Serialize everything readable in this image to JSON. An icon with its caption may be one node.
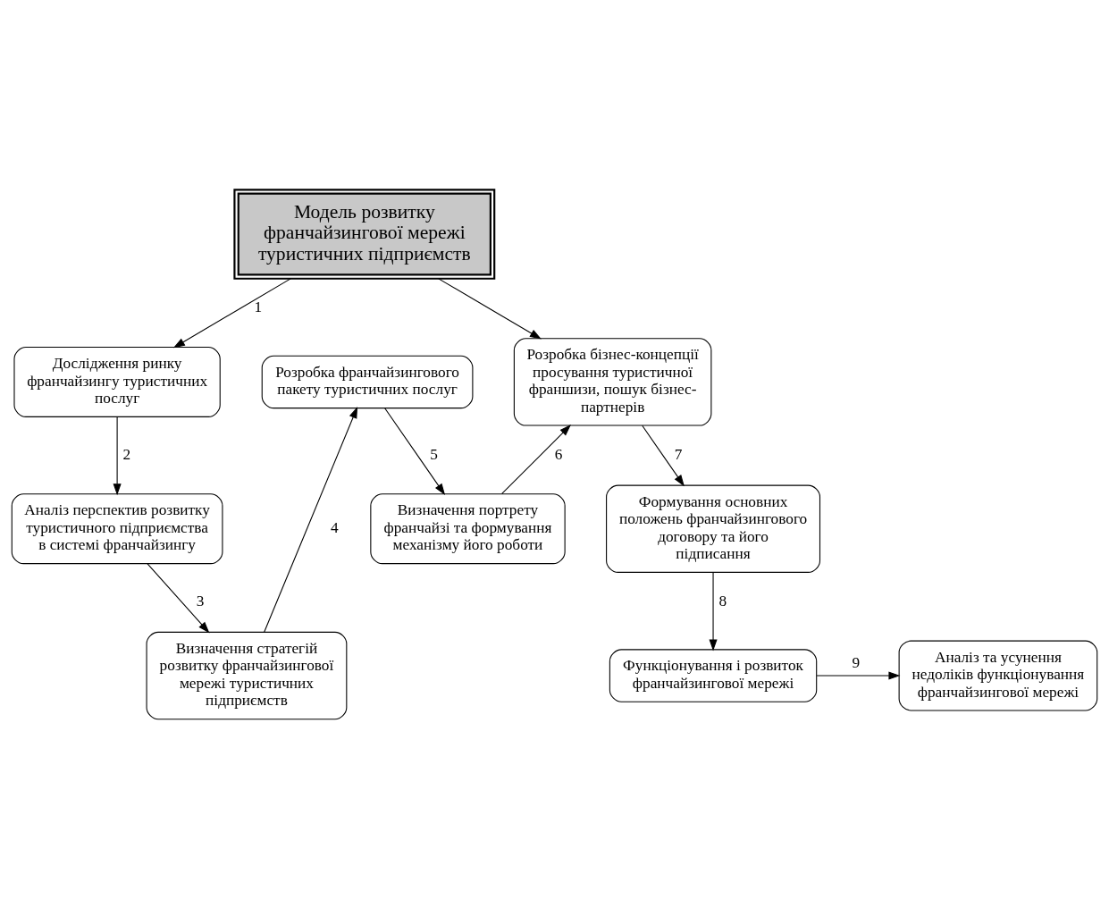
{
  "diagram": {
    "nodes": [
      {
        "text": [
          "Модель розвитку франчайзингової мережі туристичних підприємств"
        ]
      },
      {
        "text": [
          "Дослідження ринку франчайзингу туристичних послуг"
        ]
      },
      {
        "text": [
          "Аналіз перспектив розвитку туристичного підприємства в системі франчайзингу"
        ]
      },
      {
        "text": [
          "Визначення стратегій розвитку франчайзингової мережі туристичних підприємств"
        ]
      },
      {
        "text": [
          "Розробка франчайзингового пакету туристичних послуг"
        ]
      },
      {
        "text": [
          "Визначення портрету франчайзі та формування механізму його роботи"
        ]
      },
      {
        "text": [
          "Розробка бізнес-концепції просування туристичної франшизи, пошук бізнес-партнерів"
        ]
      },
      {
        "text": [
          "Формування основних положень франчайзингового договору та його підписання"
        ]
      },
      {
        "text": [
          "Функціонування і розвиток франчайзингової мережі"
        ]
      },
      {
        "text": [
          "Аналіз та усунення недоліків функціонування франчайзингової мережі"
        ]
      }
    ],
    "edges": [
      {
        "from": 0,
        "to": 1,
        "arrow": "to",
        "label": "1"
      },
      {
        "from": 0,
        "to": 6,
        "arrow": "to"
      },
      {
        "from": 1,
        "to": 2,
        "arrow": "to",
        "label": "2"
      },
      {
        "from": 2,
        "to": 3,
        "arrow": "to",
        "label": "3"
      },
      {
        "from": 3,
        "to": 4,
        "arrow": "to",
        "label": "4"
      },
      {
        "from": 4,
        "to": 5,
        "arrow": "to",
        "label": "5"
      },
      {
        "from": 5,
        "to": 6,
        "arrow": "to",
        "label": "6"
      },
      {
        "from": 6,
        "to": 7,
        "arrow": "to",
        "label": "7"
      },
      {
        "from": 7,
        "to": 8,
        "arrow": "to",
        "label": "8"
      },
      {
        "from": 8,
        "to": 9,
        "arrow": "to",
        "label": "9"
      }
    ]
  }
}
